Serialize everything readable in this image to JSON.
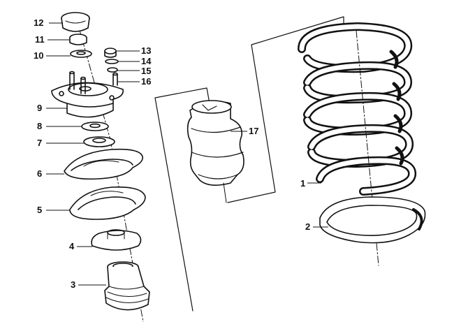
{
  "diagram": {
    "callouts": [
      {
        "id": "1",
        "label": "1"
      },
      {
        "id": "2",
        "label": "2"
      },
      {
        "id": "3",
        "label": "3"
      },
      {
        "id": "4",
        "label": "4"
      },
      {
        "id": "5",
        "label": "5"
      },
      {
        "id": "6",
        "label": "6"
      },
      {
        "id": "7",
        "label": "7"
      },
      {
        "id": "8",
        "label": "8"
      },
      {
        "id": "9",
        "label": "9"
      },
      {
        "id": "10",
        "label": "10"
      },
      {
        "id": "11",
        "label": "11"
      },
      {
        "id": "12",
        "label": "12"
      },
      {
        "id": "13",
        "label": "13"
      },
      {
        "id": "14",
        "label": "14"
      },
      {
        "id": "15",
        "label": "15"
      },
      {
        "id": "16",
        "label": "16"
      },
      {
        "id": "17",
        "label": "17"
      }
    ],
    "colors": {
      "line": "#111111",
      "paper": "#ffffff"
    }
  }
}
